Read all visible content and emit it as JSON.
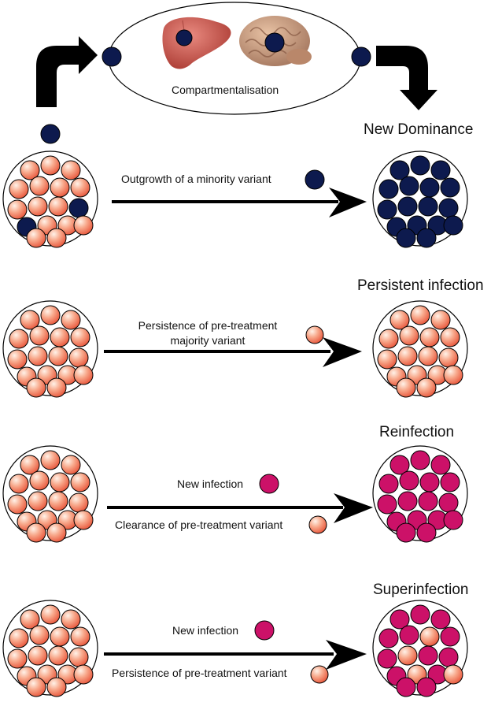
{
  "compartment": {
    "label": "Compartmentalisation",
    "organs": [
      "liver",
      "brain"
    ]
  },
  "rows": [
    {
      "outcome": "New Dominance",
      "lines": [
        "Outgrowth of a minority variant"
      ],
      "final_population": "all-navy"
    },
    {
      "outcome": "Persistent infection",
      "lines": [
        "Persistence of pre-treatment",
        "majority variant"
      ],
      "final_population": "all-orange"
    },
    {
      "outcome": "Reinfection",
      "lines": [
        "New infection",
        "Clearance of pre-treatment variant"
      ],
      "final_population": "all-magenta"
    },
    {
      "outcome": "Superinfection",
      "lines": [
        "New infection",
        "Persistence of pre-treatment variant"
      ],
      "final_population": "mixed-magenta-orange"
    }
  ],
  "colors": {
    "majority_variant": "#f08a6c",
    "minority_variant": "#0d1a4e",
    "new_infection": "#cc1168",
    "arrow": "#000000"
  }
}
